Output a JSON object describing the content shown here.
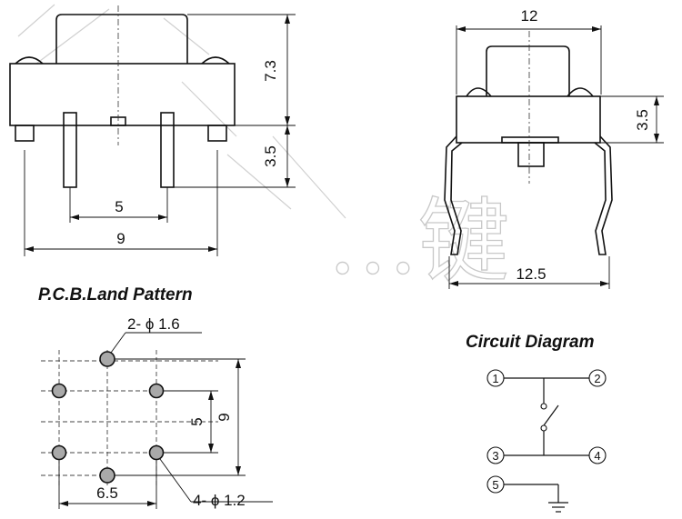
{
  "watermark": "…键",
  "side_view": {
    "height_top": "7.3",
    "height_pins": "3.5",
    "pin_spacing": "5",
    "body_width": "9"
  },
  "front_view": {
    "width_top": "12",
    "body_height": "3.5",
    "leg_span": "12.5"
  },
  "pcb_land_pattern": {
    "title": "P.C.B.Land Pattern",
    "small_holes": "2- ϕ 1.6",
    "large_holes": "4- ϕ 1.2",
    "vertical_inner": "5",
    "vertical_outer": "9",
    "horizontal": "6.5"
  },
  "circuit_diagram": {
    "title": "Circuit Diagram",
    "pins": [
      "1",
      "2",
      "3",
      "4",
      "5"
    ]
  }
}
